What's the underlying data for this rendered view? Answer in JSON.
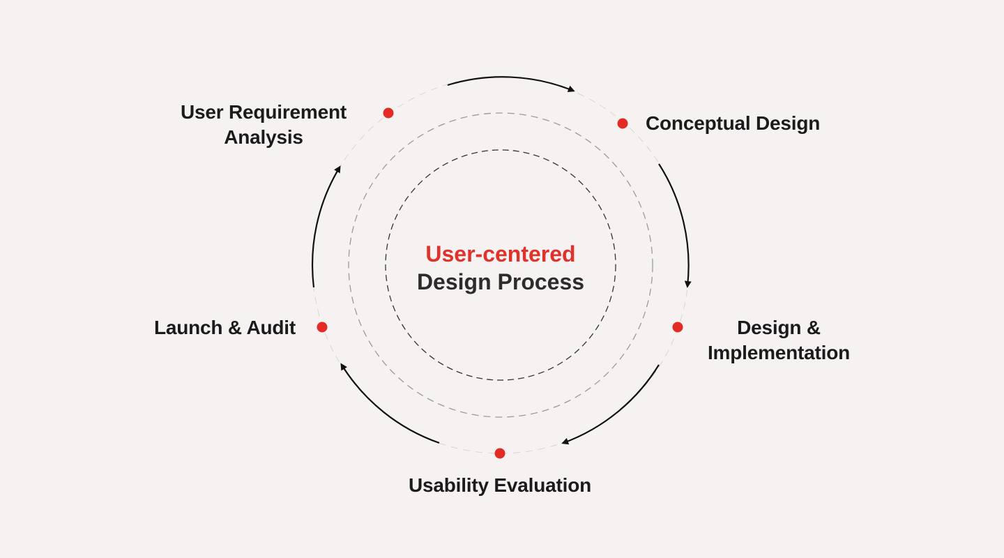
{
  "title": {
    "line1": "User-centered",
    "line2": "Design Process"
  },
  "stages": [
    {
      "label_line1": "User Requirement",
      "label_line2": "Analysis"
    },
    {
      "label": "Conceptual Design"
    },
    {
      "label_line1": "Design &",
      "label_line2": "Implementation"
    },
    {
      "label": "Usability Evaluation"
    },
    {
      "label": "Launch & Audit"
    }
  ],
  "colors": {
    "accent": "#e32b26",
    "background": "#f6f2f1",
    "text": "#1b1b1b"
  }
}
